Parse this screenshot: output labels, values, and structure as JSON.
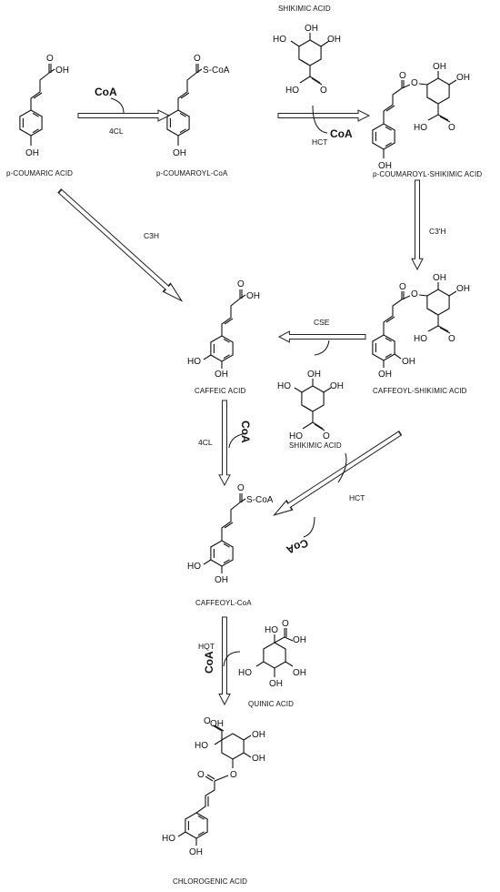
{
  "compounds": {
    "p_coumaric_acid": "p-COUMARIC ACID",
    "p_coumaroyl_coa": "p-COUMAROYL-CoA",
    "shikimic_acid_top": "SHIKIMIC ACID",
    "p_coumaroyl_shikimic_acid": "p-COUMAROYL-SHIKIMIC ACID",
    "caffeic_acid": "CAFFEIC ACID",
    "caffeoyl_shikimic_acid": "CAFFEOYL-SHIKIMIC ACID",
    "shikimic_acid_mid": "SHIKIMIC ACID",
    "caffeoyl_coa": "CAFFEOYL-CoA",
    "quinic_acid": "QUINIC ACID",
    "chlorogenic_acid": "CHLOROGENIC ACID"
  },
  "enzymes": {
    "fourcl_top": "4CL",
    "hct_top": "HCT",
    "c3h": "C3H",
    "c3prime_h": "C3'H",
    "cse": "CSE",
    "fourcl_mid": "4CL",
    "hct_mid": "HCT",
    "hqt": "HQT"
  },
  "cofactors": {
    "coa_1": "CoA",
    "coa_2": "CoA",
    "coa_3": "CoA",
    "coa_4": "CoA",
    "coa_5": "CoA"
  },
  "atoms": {
    "oh": "OH",
    "ho": "HO",
    "o": "O",
    "s_coa": "S-CoA"
  }
}
